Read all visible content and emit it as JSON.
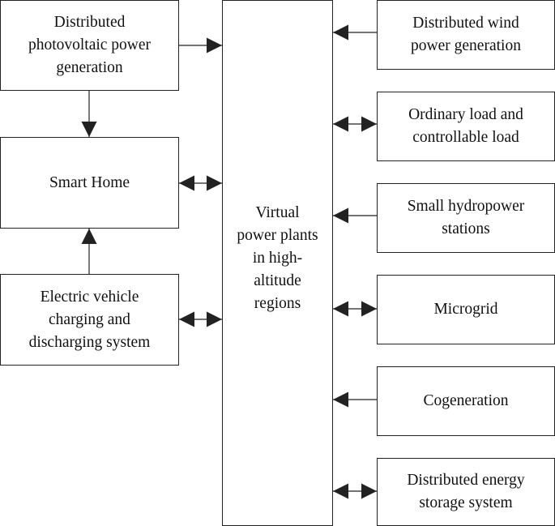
{
  "diagram": {
    "center": {
      "label": "Virtual\npower plants\nin high-\naltitude\nregions"
    },
    "left": [
      {
        "id": "pv",
        "label": "Distributed\nphotovoltaic power\ngeneration"
      },
      {
        "id": "smart_home",
        "label": "Smart Home"
      },
      {
        "id": "ev",
        "label": "Electric vehicle\ncharging and\ndischarging system"
      }
    ],
    "right": [
      {
        "id": "wind",
        "label": "Distributed wind\npower generation",
        "link": "in"
      },
      {
        "id": "load",
        "label": "Ordinary load and\ncontrollable load",
        "link": "both"
      },
      {
        "id": "hydro",
        "label": "Small hydropower\nstations",
        "link": "in"
      },
      {
        "id": "microgrid",
        "label": "Microgrid",
        "link": "both"
      },
      {
        "id": "cogen",
        "label": "Cogeneration",
        "link": "in"
      },
      {
        "id": "storage",
        "label": "Distributed energy\nstorage system",
        "link": "both"
      }
    ],
    "left_links": [
      {
        "from": "pv",
        "to": "center",
        "type": "in"
      },
      {
        "from": "smart_home",
        "to": "center",
        "type": "both"
      },
      {
        "from": "ev",
        "to": "center",
        "type": "both"
      },
      {
        "from": "pv",
        "to": "smart_home",
        "type": "in"
      },
      {
        "from": "ev",
        "to": "smart_home",
        "type": "in"
      }
    ],
    "colors": {
      "line": "#222222",
      "background": "#ffffff"
    }
  }
}
